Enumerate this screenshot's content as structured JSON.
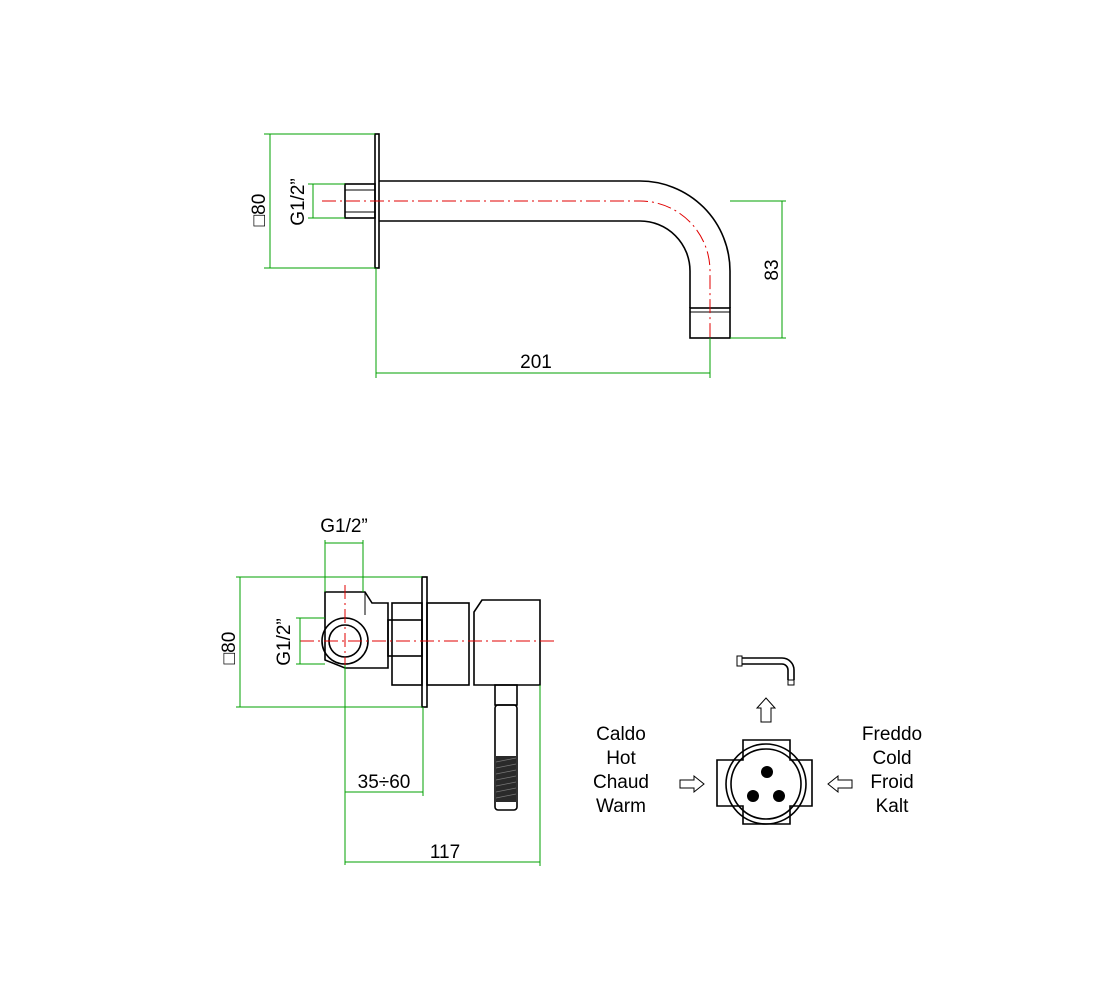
{
  "spout_view": {
    "flange_size": "□80",
    "thread": "G1/2”",
    "projection": "201",
    "drop": "83"
  },
  "valve_view": {
    "flange_size": "□80",
    "thread_side": "G1/2”",
    "thread_top": "G1/2”",
    "wall_depth": "35÷60",
    "overall_depth": "117"
  },
  "schematic": {
    "hot_labels": [
      "Caldo",
      "Hot",
      "Chaud",
      "Warm"
    ],
    "cold_labels": [
      "Freddo",
      "Cold",
      "Froid",
      "Kalt"
    ]
  },
  "colors": {
    "outline": "#000000",
    "dimension": "#00a000",
    "centerline": "#e00000"
  }
}
